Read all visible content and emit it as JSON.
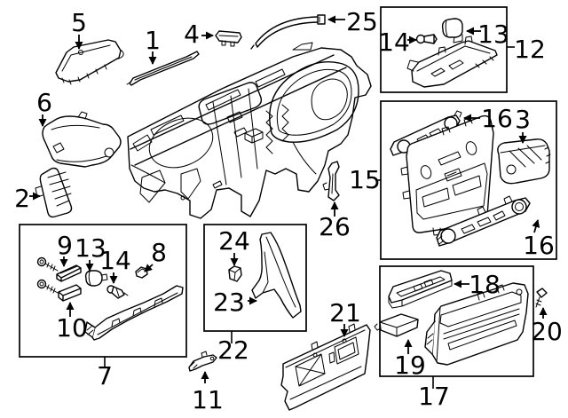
{
  "figure": {
    "kind": "exploded-parts-diagram",
    "subject": "instrument-panel-components",
    "background_color": "#ffffff",
    "line_color": "#000000",
    "text_color": "#000000"
  },
  "callouts": [
    {
      "label": "1",
      "ref": "upper-finisher-strip"
    },
    {
      "label": "2",
      "ref": "left-side-vent-grille"
    },
    {
      "label": "3",
      "ref": "right-side-vent"
    },
    {
      "label": "4",
      "ref": "small-cover-cap"
    },
    {
      "label": "5",
      "ref": "speaker-grille-panel"
    },
    {
      "label": "6",
      "ref": "side-air-duct"
    },
    {
      "label": "7",
      "ref": "lower-trim-group-box"
    },
    {
      "label": "8",
      "ref": "clip"
    },
    {
      "label": "9",
      "ref": "upper-lens"
    },
    {
      "label": "10",
      "ref": "lower-lens"
    },
    {
      "label": "11",
      "ref": "lower-bracket"
    },
    {
      "label": "12",
      "ref": "glove-box-lamp-group-box"
    },
    {
      "label": "13",
      "ref": "lamp-socket"
    },
    {
      "label": "13",
      "ref": "lamp-grommet"
    },
    {
      "label": "14",
      "ref": "bulb"
    },
    {
      "label": "14",
      "ref": "bulb-assembly"
    },
    {
      "label": "15",
      "ref": "center-cluster-group-box"
    },
    {
      "label": "16",
      "ref": "upper-control-assembly"
    },
    {
      "label": "16",
      "ref": "lower-control-assembly"
    },
    {
      "label": "17",
      "ref": "console-storage-group-box"
    },
    {
      "label": "18",
      "ref": "storage-lid"
    },
    {
      "label": "19",
      "ref": "storage-box"
    },
    {
      "label": "20",
      "ref": "screw"
    },
    {
      "label": "21",
      "ref": "lower-panel"
    },
    {
      "label": "22",
      "ref": "pillar-trim-group-box"
    },
    {
      "label": "23",
      "ref": "pillar-finisher"
    },
    {
      "label": "24",
      "ref": "pillar-clip"
    },
    {
      "label": "25",
      "ref": "windshield-molding"
    },
    {
      "label": "26",
      "ref": "side-bracket"
    }
  ]
}
